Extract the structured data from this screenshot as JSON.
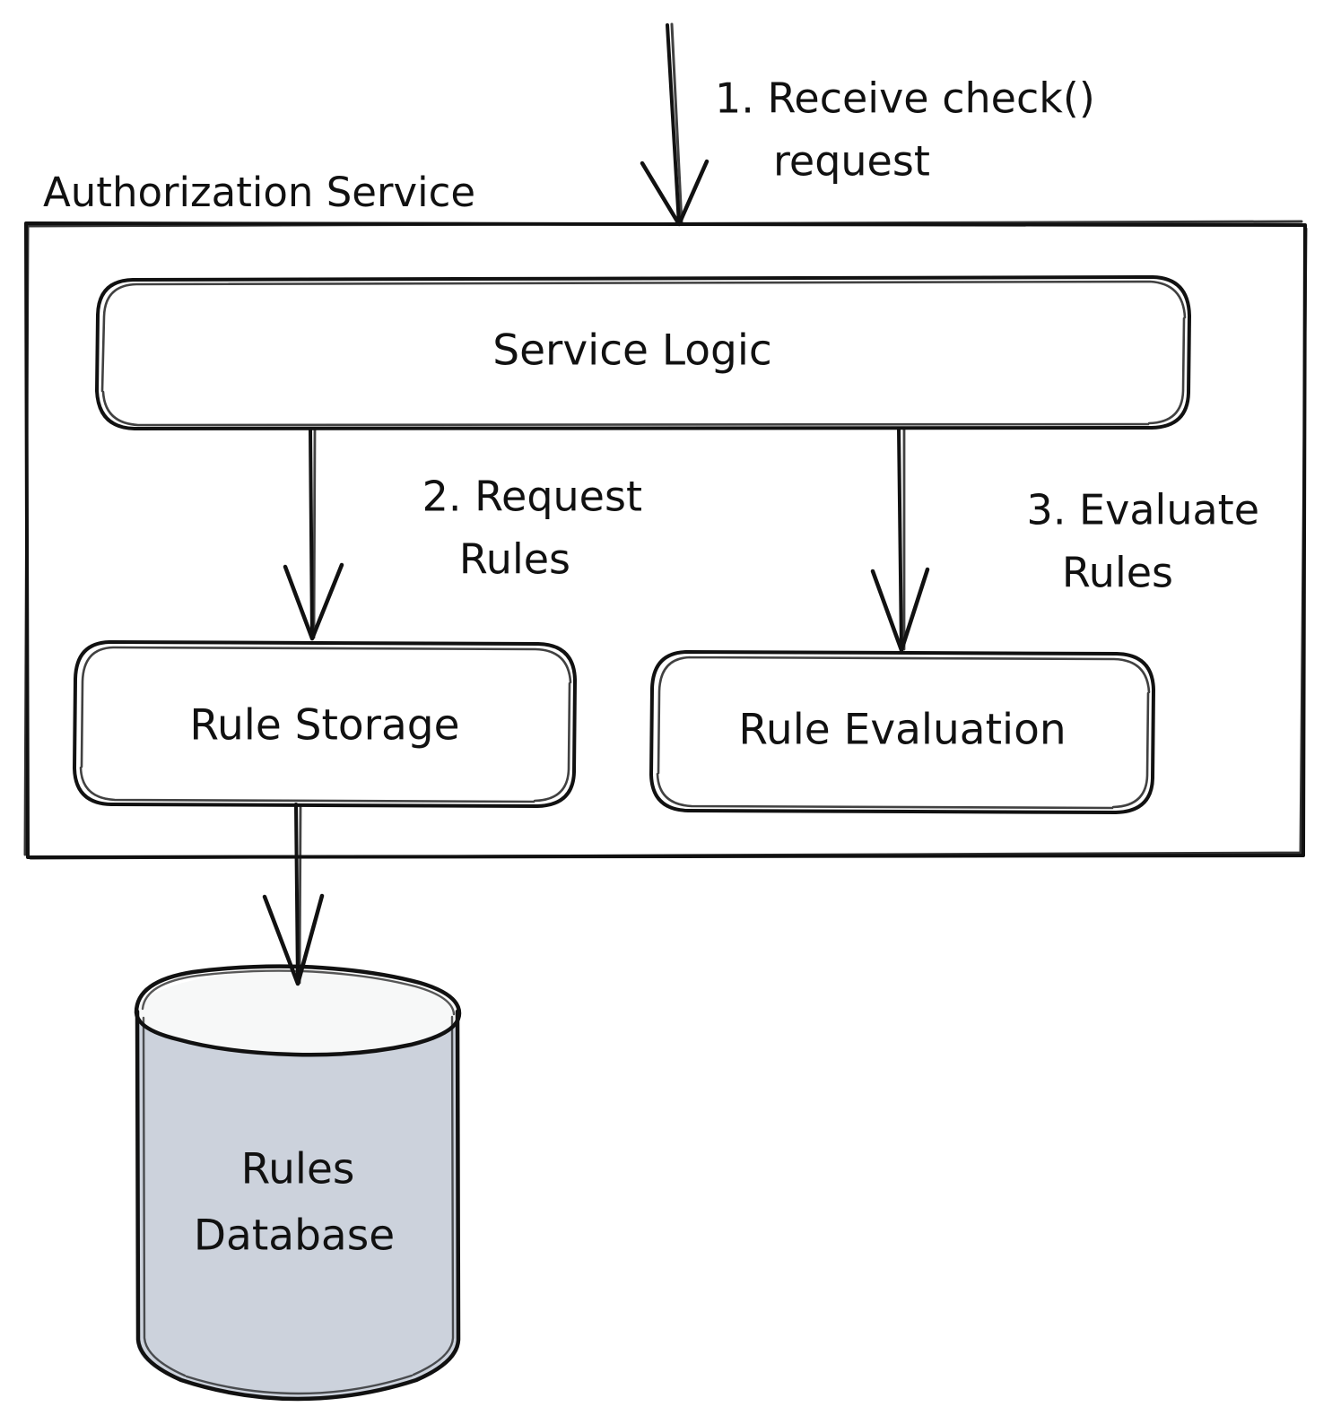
{
  "diagram": {
    "title": "Authorization Service",
    "container_label": "Authorization Service",
    "nodes": {
      "service_logic": {
        "label": "Service Logic"
      },
      "rule_storage": {
        "label": "Rule Storage"
      },
      "rule_evaluation": {
        "label": "Rule Evaluation"
      },
      "rules_database": {
        "label_line1": "Rules",
        "label_line2": "Database",
        "label": "Rules Database",
        "shape": "cylinder"
      }
    },
    "edges": [
      {
        "id": "e1",
        "label_line1": "1. Receive check()",
        "label_line2": "request",
        "from": "external",
        "to": "authorization-service"
      },
      {
        "id": "e2",
        "label_line1": "2. Request",
        "label_line2": "Rules",
        "from": "service_logic",
        "to": "rule_storage"
      },
      {
        "id": "e3",
        "label_line1": "3. Evaluate",
        "label_line2": "Rules",
        "from": "service_logic",
        "to": "rule_evaluation"
      },
      {
        "id": "e4",
        "label_line1": "",
        "label_line2": "",
        "from": "rule_storage",
        "to": "rules_database"
      }
    ],
    "colors": {
      "stroke": "#111111",
      "node_fill": "#ffffff",
      "cylinder_body": "#ccd2dc",
      "cylinder_top": "#f7f8f8",
      "background": "#ffffff"
    }
  }
}
